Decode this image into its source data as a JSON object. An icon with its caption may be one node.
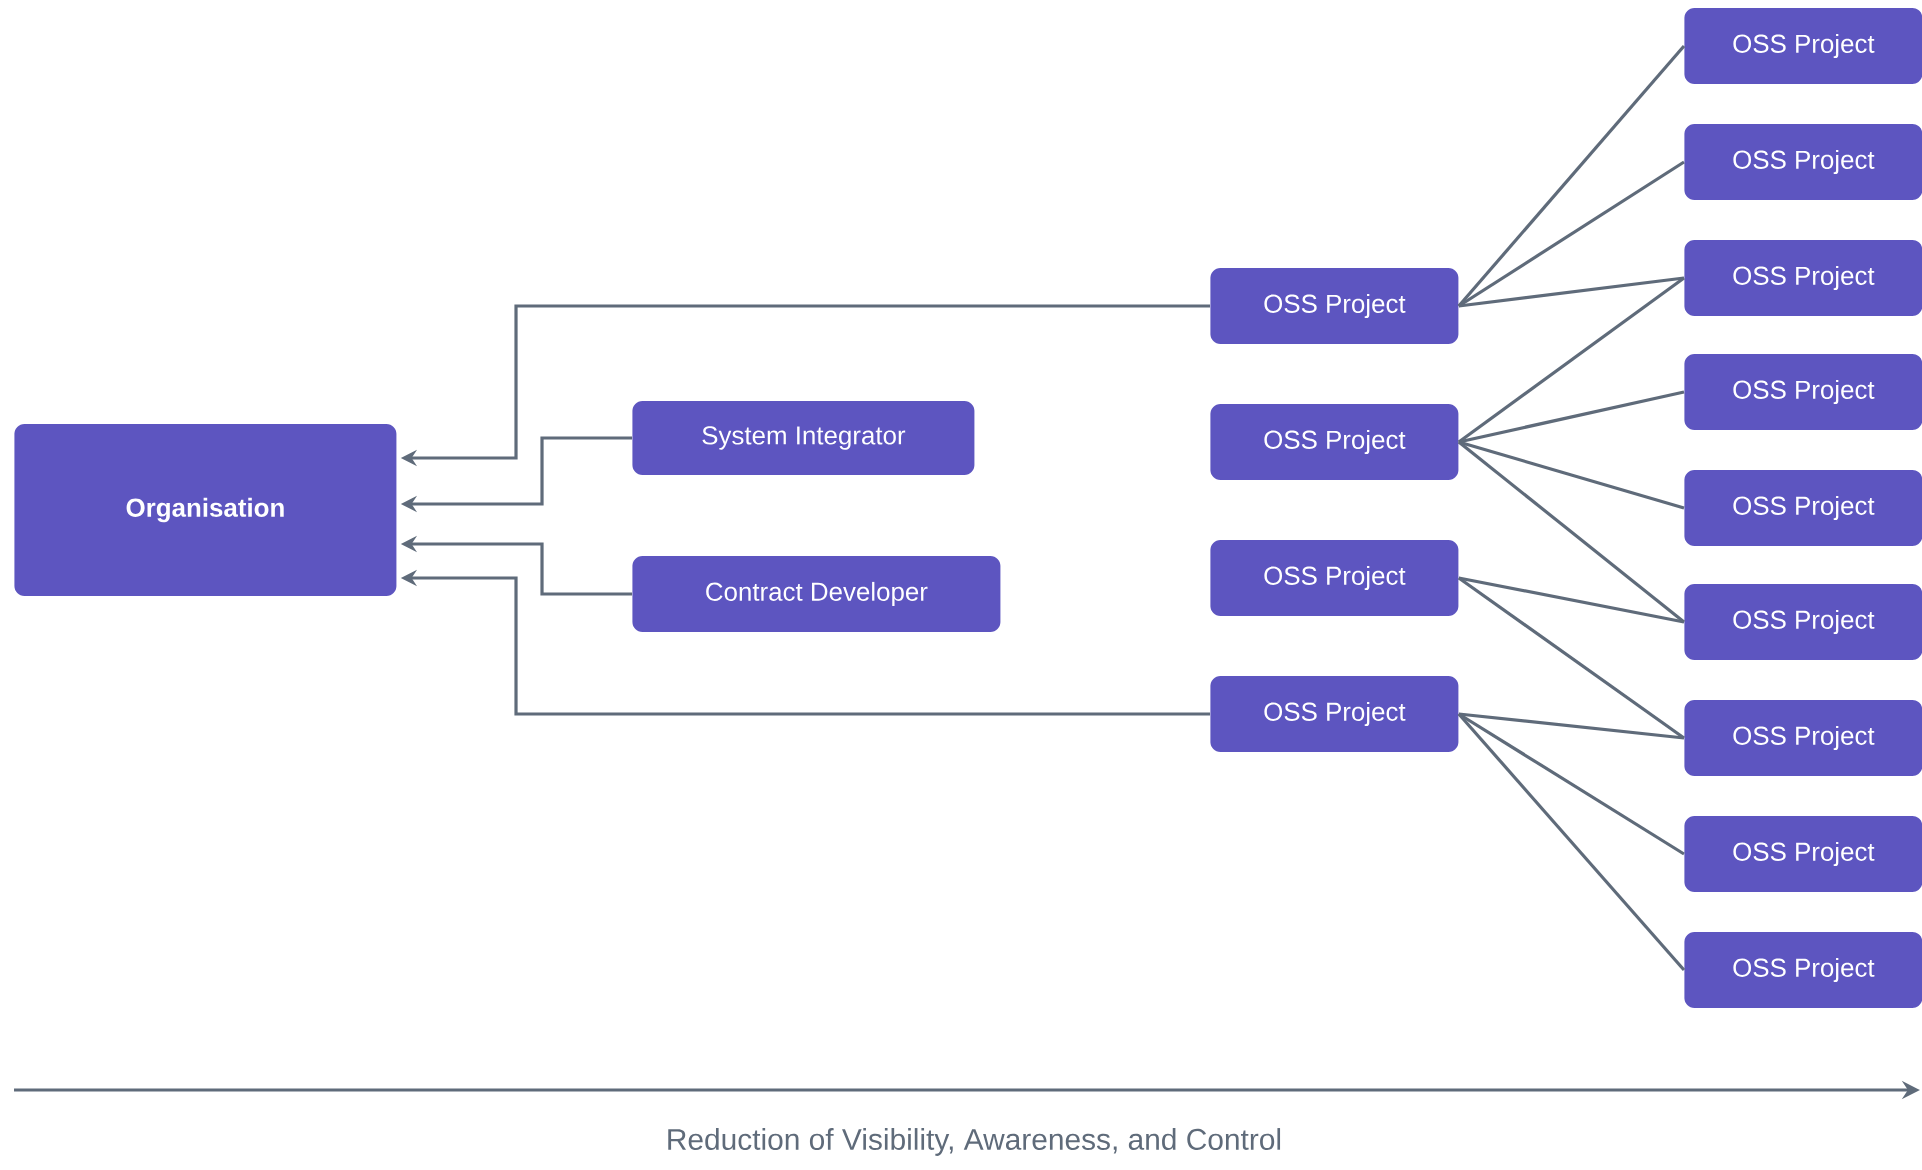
{
  "diagram": {
    "nodes": [
      {
        "text": [
          "Organisation"
        ]
      },
      {
        "text": [
          "System Integrator"
        ]
      },
      {
        "text": [
          "Contract Developer"
        ]
      },
      {
        "text": [
          "OSS Project"
        ]
      },
      {
        "text": [
          "OSS Project"
        ]
      },
      {
        "text": [
          "OSS Project"
        ]
      },
      {
        "text": [
          "OSS Project"
        ]
      },
      {
        "text": [
          "OSS Project"
        ]
      },
      {
        "text": [
          "OSS Project"
        ]
      },
      {
        "text": [
          "OSS Project"
        ]
      },
      {
        "text": [
          "OSS Project"
        ]
      },
      {
        "text": [
          "OSS Project"
        ]
      },
      {
        "text": [
          "OSS Project"
        ]
      },
      {
        "text": [
          "OSS Project"
        ]
      },
      {
        "text": [
          "OSS Project"
        ]
      },
      {
        "text": [
          "OSS Project"
        ]
      }
    ],
    "edges": [
      {
        "from": 3,
        "to": 0,
        "arrow": "to"
      },
      {
        "from": 1,
        "to": 0,
        "arrow": "to"
      },
      {
        "from": 2,
        "to": 0,
        "arrow": "to"
      },
      {
        "from": 6,
        "to": 0,
        "arrow": "to"
      },
      {
        "from": 3,
        "to": 7,
        "arrow": "none"
      },
      {
        "from": 3,
        "to": 8,
        "arrow": "none"
      },
      {
        "from": 3,
        "to": 9,
        "arrow": "none"
      },
      {
        "from": 4,
        "to": 9,
        "arrow": "none"
      },
      {
        "from": 4,
        "to": 10,
        "arrow": "none"
      },
      {
        "from": 4,
        "to": 11,
        "arrow": "none"
      },
      {
        "from": 4,
        "to": 12,
        "arrow": "none"
      },
      {
        "from": 5,
        "to": 12,
        "arrow": "none"
      },
      {
        "from": 5,
        "to": 13,
        "arrow": "none"
      },
      {
        "from": 6,
        "to": 13,
        "arrow": "none"
      },
      {
        "from": 6,
        "to": 14,
        "arrow": "none"
      },
      {
        "from": 6,
        "to": 15,
        "arrow": "none"
      }
    ],
    "labels": [
      "Reduction of Visibility, Awareness, and Control"
    ]
  }
}
